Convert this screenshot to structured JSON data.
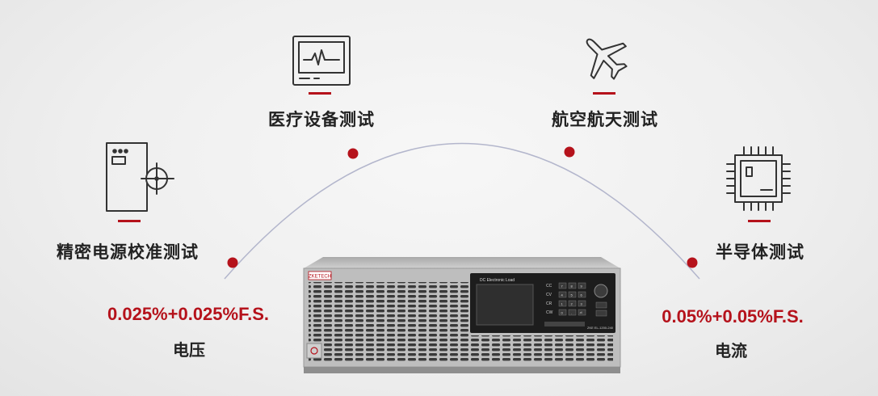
{
  "applications": [
    {
      "label": "医疗设备测试",
      "icon": "monitor-icon"
    },
    {
      "label": "航空航天测试",
      "icon": "airplane-icon"
    },
    {
      "label": "精密电源校准测试",
      "icon": "calibration-icon"
    },
    {
      "label": "半导体测试",
      "icon": "chip-icon"
    }
  ],
  "specs": {
    "voltage": {
      "value": "0.025%+0.025%F.S.",
      "label": "电压"
    },
    "current": {
      "value": "0.05%+0.05%F.S.",
      "label": "电流"
    }
  },
  "device": {
    "brand": "ZKETECH",
    "screen_title": "DC Electronic Load",
    "model": "ZKE EL-1200-240",
    "mode_keys": [
      "CC",
      "CV",
      "CR",
      "CW"
    ],
    "keypad": [
      "7",
      "8",
      "9",
      "4",
      "5",
      "6",
      "1",
      "2",
      "3",
      "0",
      ".",
      "⏎"
    ]
  },
  "colors": {
    "accent": "#b5121b",
    "arc": "#b3b6cc",
    "text": "#222222"
  }
}
